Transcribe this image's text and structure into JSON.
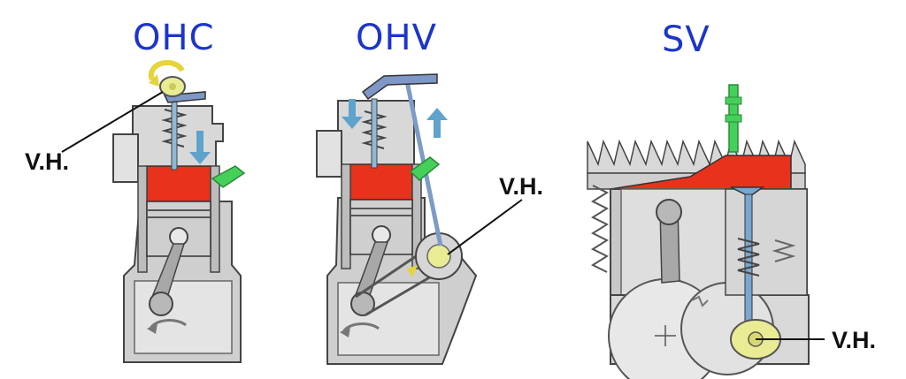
{
  "colors": {
    "title_blue": "#1c35c9",
    "combustion_red": "#e8321c",
    "metal_gray": "#c8c8c8",
    "metal_light": "#e2e2e2",
    "valve_blue": "#5fa2cc",
    "cam_yellow": "#e9ec92",
    "spark_green": "#45d05a",
    "outline": "#444444"
  },
  "diagrams": [
    {
      "title": "OHC",
      "label": "V.H."
    },
    {
      "title": "OHV",
      "label": "V.H."
    },
    {
      "title": "SV",
      "label": "V.H."
    }
  ]
}
